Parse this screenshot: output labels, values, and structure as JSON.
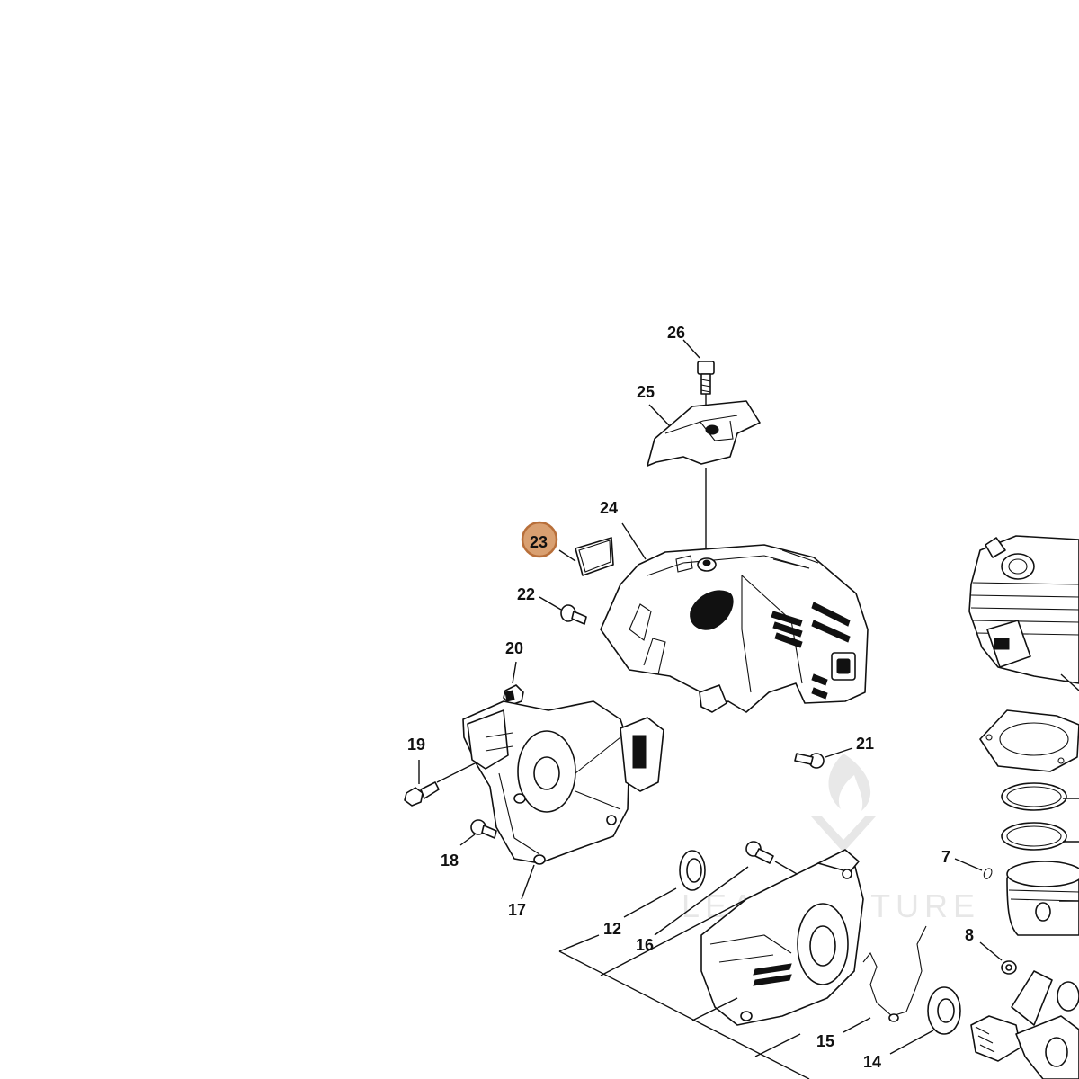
{
  "diagram": {
    "highlighted_part": "23",
    "highlight_color": "#d9a071",
    "highlight_border": "#b86f3a",
    "part_labels": [
      "26",
      "25",
      "24",
      "23",
      "22",
      "20",
      "19",
      "21",
      "18",
      "17",
      "12",
      "16",
      "7",
      "8",
      "15",
      "14"
    ],
    "watermark": {
      "text": "LEADVENTURE",
      "icon": "flame-logo-icon"
    }
  }
}
